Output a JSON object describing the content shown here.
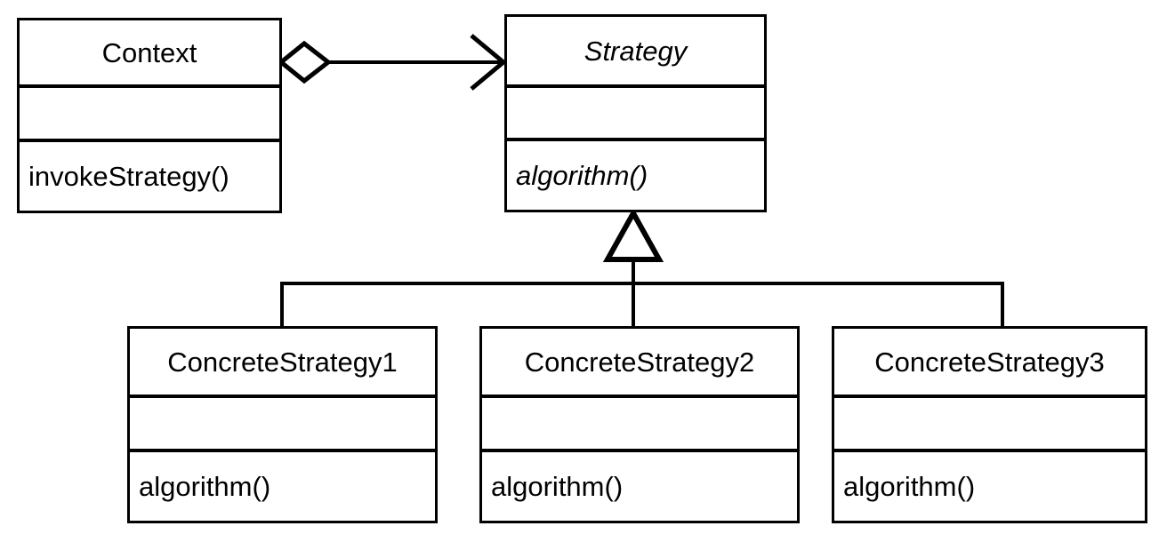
{
  "diagram": {
    "kind": "uml-class-diagram",
    "pattern_name": "Strategy",
    "background_color": "#ffffff",
    "line_color": "#000000",
    "text_color": "#000000"
  },
  "classes": {
    "context": {
      "name": "Context",
      "abstract": false,
      "attributes": "",
      "operations": "invokeStrategy()"
    },
    "strategy": {
      "name": "Strategy",
      "abstract": true,
      "attributes": "",
      "operations": "algorithm()"
    },
    "concrete1": {
      "name": "ConcreteStrategy1",
      "abstract": false,
      "attributes": "",
      "operations": "algorithm()"
    },
    "concrete2": {
      "name": "ConcreteStrategy2",
      "abstract": false,
      "attributes": "",
      "operations": "algorithm()"
    },
    "concrete3": {
      "name": "ConcreteStrategy3",
      "abstract": false,
      "attributes": "",
      "operations": "algorithm()"
    }
  },
  "relationships": [
    {
      "id": "context-uses-strategy",
      "type": "aggregation",
      "source": "Context",
      "target": "Strategy",
      "source_decoration": "hollow-diamond",
      "target_decoration": "open-arrow",
      "label": ""
    },
    {
      "id": "concrete1-extends-strategy",
      "type": "generalization",
      "source": "ConcreteStrategy1",
      "target": "Strategy",
      "target_decoration": "hollow-triangle",
      "label": ""
    },
    {
      "id": "concrete2-extends-strategy",
      "type": "generalization",
      "source": "ConcreteStrategy2",
      "target": "Strategy",
      "target_decoration": "hollow-triangle",
      "label": ""
    },
    {
      "id": "concrete3-extends-strategy",
      "type": "generalization",
      "source": "ConcreteStrategy3",
      "target": "Strategy",
      "target_decoration": "hollow-triangle",
      "label": ""
    }
  ]
}
